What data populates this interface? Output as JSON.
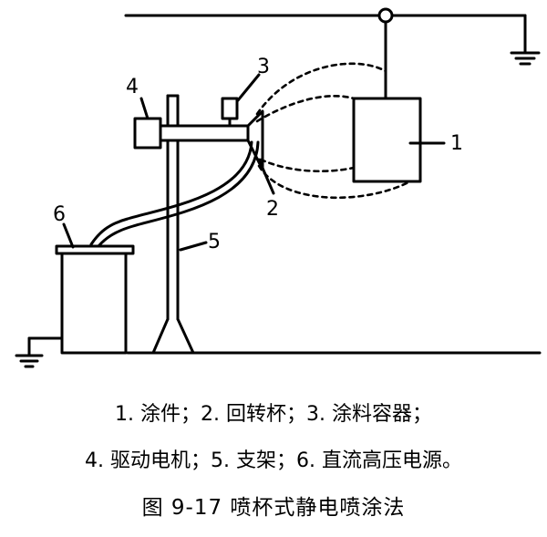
{
  "diagram": {
    "labels": {
      "workpiece": "1",
      "rotary_cup": "2",
      "paint_container": "3",
      "drive_motor": "4",
      "support_frame": "5",
      "hv_dc_source": "6"
    },
    "colors": {
      "stroke": "#000000",
      "background": "#ffffff"
    }
  },
  "legend": {
    "line1": "1. 涂件；2. 回转杯；3. 涂料容器；",
    "line2": "4. 驱动电机；5. 支架；6. 直流高压电源。"
  },
  "caption": {
    "title": "图 9-17    喷杯式静电喷涂法"
  }
}
